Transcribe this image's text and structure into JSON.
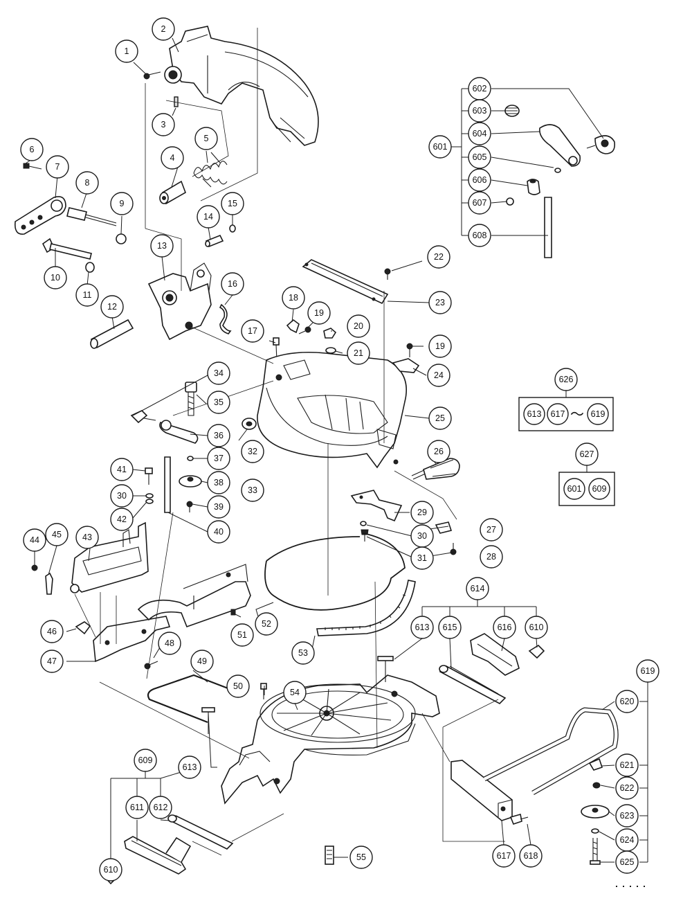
{
  "callouts": {
    "c1": "1",
    "c2": "2",
    "c3": "3",
    "c4": "4",
    "c5": "5",
    "c6": "6",
    "c7": "7",
    "c8": "8",
    "c9": "9",
    "c10": "10",
    "c11": "11",
    "c12": "12",
    "c13": "13",
    "c14": "14",
    "c15": "15",
    "c16": "16",
    "c17": "17",
    "c18": "18",
    "c19a": "19",
    "c19b": "19",
    "c20": "20",
    "c21": "21",
    "c22": "22",
    "c23": "23",
    "c24": "24",
    "c25": "25",
    "c26": "26",
    "c27": "27",
    "c28": "28",
    "c29": "29",
    "c30a": "30",
    "c30b": "30",
    "c31": "31",
    "c32": "32",
    "c33": "33",
    "c34": "34",
    "c35": "35",
    "c36": "36",
    "c37": "37",
    "c38": "38",
    "c39": "39",
    "c40": "40",
    "c41": "41",
    "c42": "42",
    "c43": "43",
    "c44": "44",
    "c45": "45",
    "c46": "46",
    "c47": "47",
    "c48": "48",
    "c49": "49",
    "c50": "50",
    "c51": "51",
    "c52": "52",
    "c53": "53",
    "c54": "54",
    "c55": "55",
    "c601": "601",
    "c602": "602",
    "c603": "603",
    "c604": "604",
    "c605": "605",
    "c606": "606",
    "c607": "607",
    "c608": "608",
    "c609": "609",
    "c610a": "610",
    "c610b": "610",
    "c611": "611",
    "c612": "612",
    "c613a": "613",
    "c613b": "613",
    "c614": "614",
    "c615": "615",
    "c616": "616",
    "c617": "617",
    "c618": "618",
    "c619": "619",
    "c620": "620",
    "c621": "621",
    "c622": "622",
    "c623": "623",
    "c624": "624",
    "c625": "625",
    "c626": "626",
    "c627": "627"
  },
  "sets": {
    "set626": {
      "label": "626",
      "a": "613",
      "b": "617",
      "range_symbol": "～",
      "c": "619"
    },
    "set627": {
      "label": "627",
      "a": "601",
      "b": "609"
    }
  }
}
